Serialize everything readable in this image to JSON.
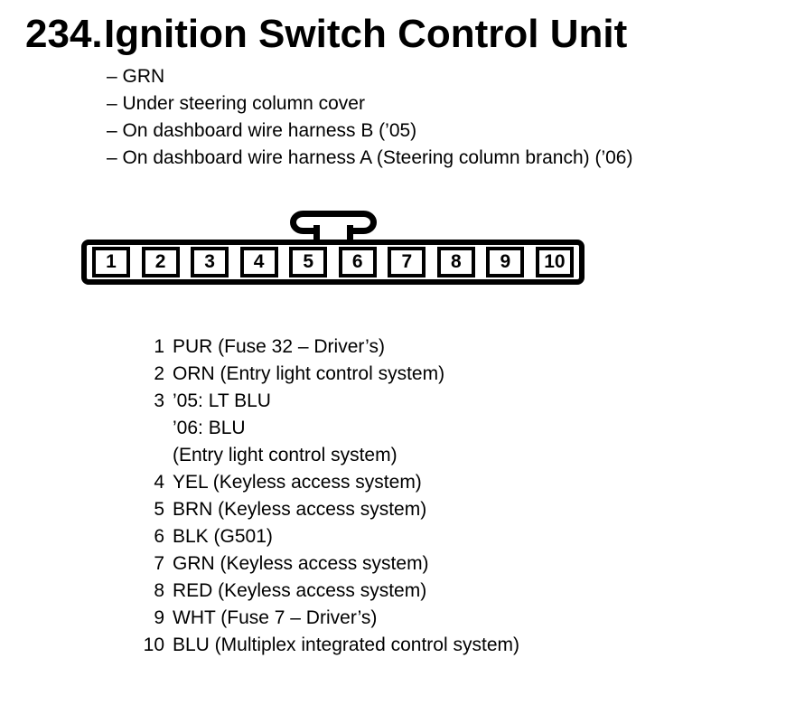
{
  "page": {
    "number": "234.",
    "title": "Ignition Switch Control Unit",
    "bullet_prefix": "–",
    "attributes": [
      "GRN",
      "Under steering column cover",
      "On dashboard wire harness B (’05)",
      "On dashboard wire harness A (Steering column branch) (’06)"
    ]
  },
  "connector": {
    "pins": [
      "1",
      "2",
      "3",
      "4",
      "5",
      "6",
      "7",
      "8",
      "9",
      "10"
    ]
  },
  "pinout": [
    {
      "pin": "1",
      "lines": [
        "PUR (Fuse 32 – Driver’s)"
      ]
    },
    {
      "pin": "2",
      "lines": [
        "ORN (Entry light control system)"
      ]
    },
    {
      "pin": "3",
      "lines": [
        "’05: LT BLU",
        "’06: BLU",
        "(Entry light control system)"
      ]
    },
    {
      "pin": "4",
      "lines": [
        "YEL (Keyless access system)"
      ]
    },
    {
      "pin": "5",
      "lines": [
        "BRN (Keyless access system)"
      ]
    },
    {
      "pin": "6",
      "lines": [
        "BLK (G501)"
      ]
    },
    {
      "pin": "7",
      "lines": [
        "GRN (Keyless access system)"
      ]
    },
    {
      "pin": "8",
      "lines": [
        "RED (Keyless access system)"
      ]
    },
    {
      "pin": "9",
      "lines": [
        "WHT (Fuse 7 – Driver’s)"
      ]
    },
    {
      "pin": "10",
      "lines": [
        "BLU (Multiplex integrated control system)"
      ]
    }
  ],
  "colors": {
    "ink": "#000000",
    "paper": "#ffffff"
  }
}
